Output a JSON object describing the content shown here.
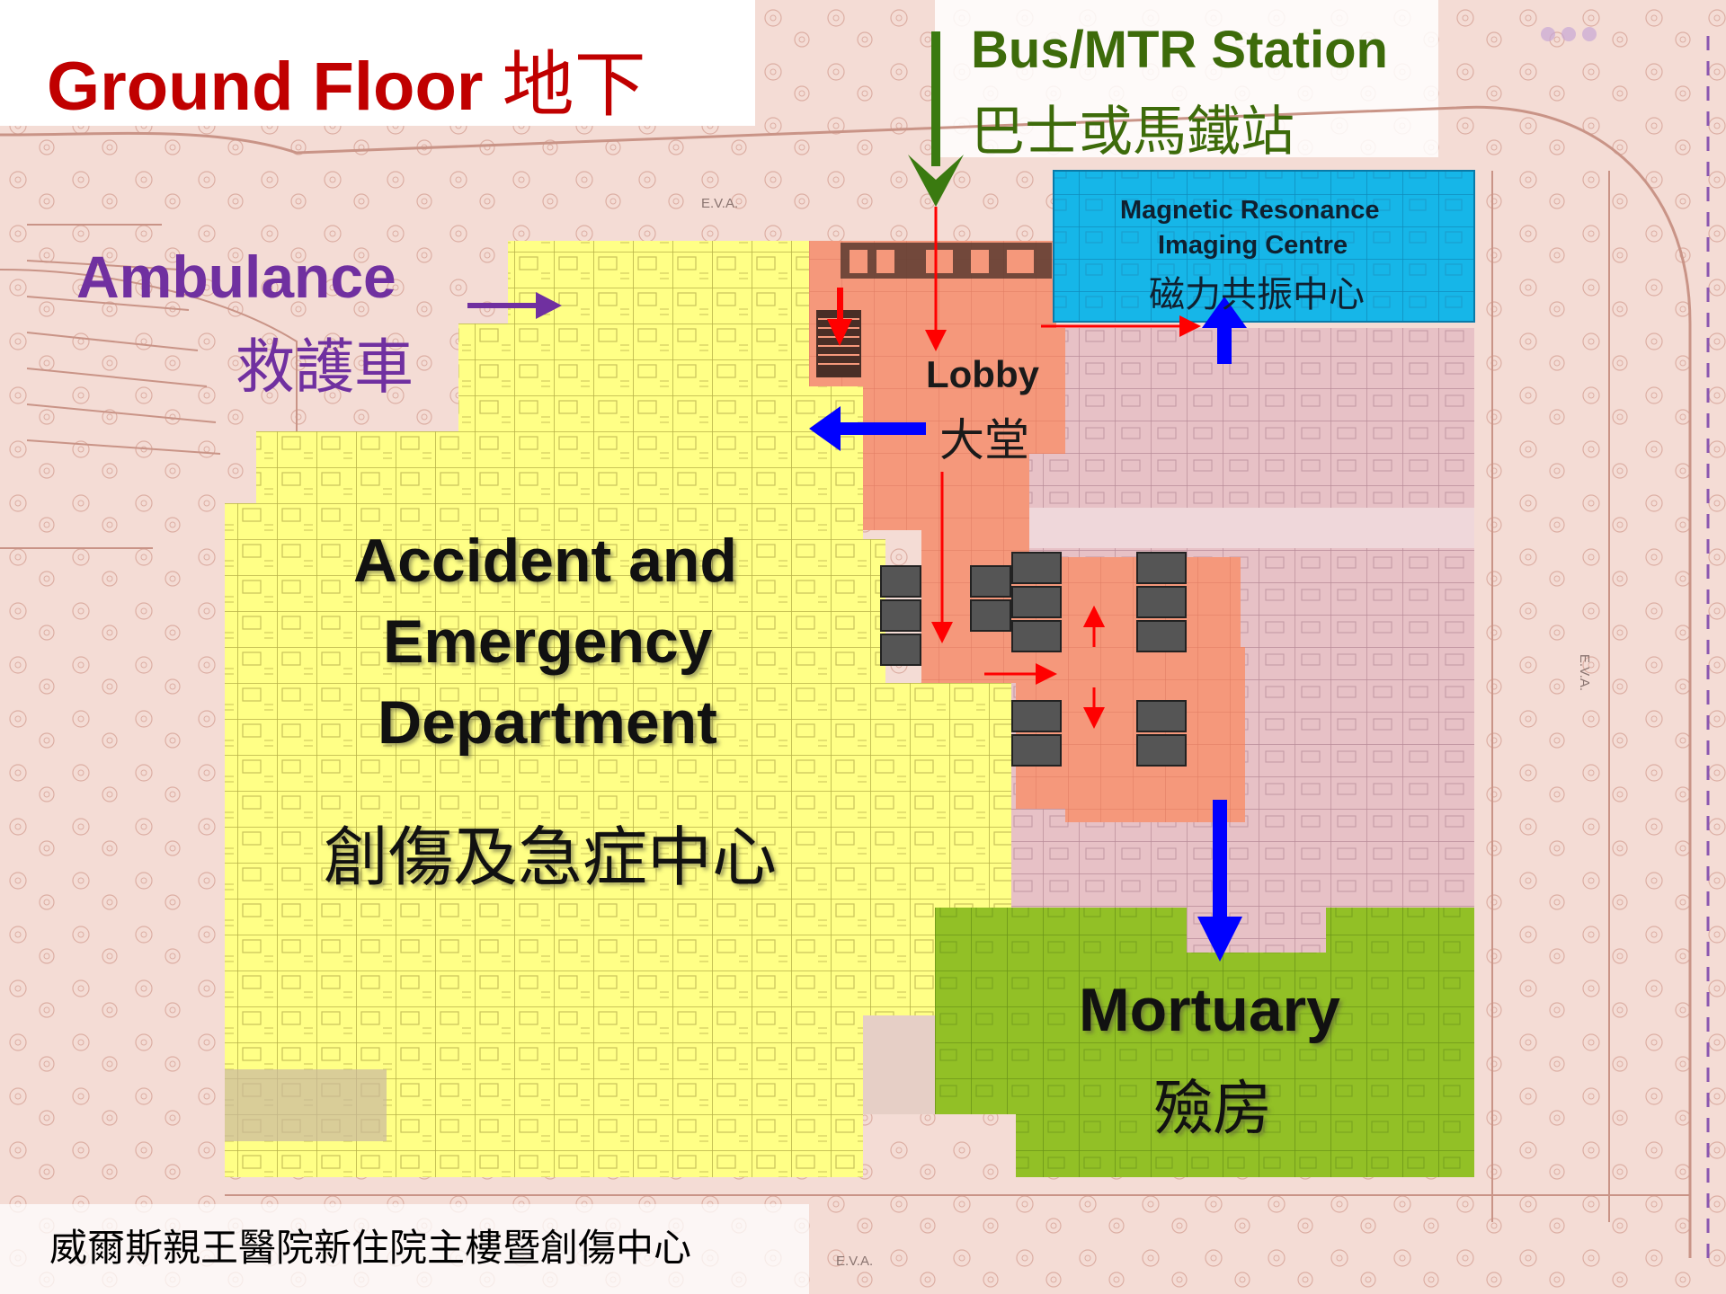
{
  "header": {
    "title_en": "Ground Floor",
    "title_zh": "地下"
  },
  "colors": {
    "title": "#c00000",
    "ambulance": "#7030a0",
    "bus_station": "#3d6b0a",
    "accident_emergency_zone": "#ffff80",
    "lobby_zone": "#f4987a",
    "mri_zone": "#15b4e6",
    "mortuary_zone": "#8fbf24",
    "route_arrow_blue": "#0000ff",
    "route_arrow_red": "#ff0000"
  },
  "entrances": {
    "bus_mtr": {
      "en": "Bus/MTR Station",
      "zh": "巴士或馬鐵站"
    },
    "ambulance": {
      "en": "Ambulance",
      "zh": "救護車"
    }
  },
  "zones": {
    "accident_emergency": {
      "en_line1": "Accident and",
      "en_line2": "Emergency",
      "en_line3": "Department",
      "zh": "創傷及急症中心"
    },
    "lobby": {
      "en": "Lobby",
      "zh": "大堂"
    },
    "mri": {
      "en_line1": "Magnetic Resonance",
      "en_line2": "Imaging Centre",
      "zh": "磁力共振中心"
    },
    "mortuary": {
      "en": "Mortuary",
      "zh": "殮房"
    }
  },
  "plan_marks": {
    "eva_top": "E.V.A.",
    "eva_right": "E.V.A.",
    "eva_bottom": "E.V.A."
  },
  "footer": {
    "caption": "威爾斯親王醫院新住院主樓暨創傷中心"
  }
}
